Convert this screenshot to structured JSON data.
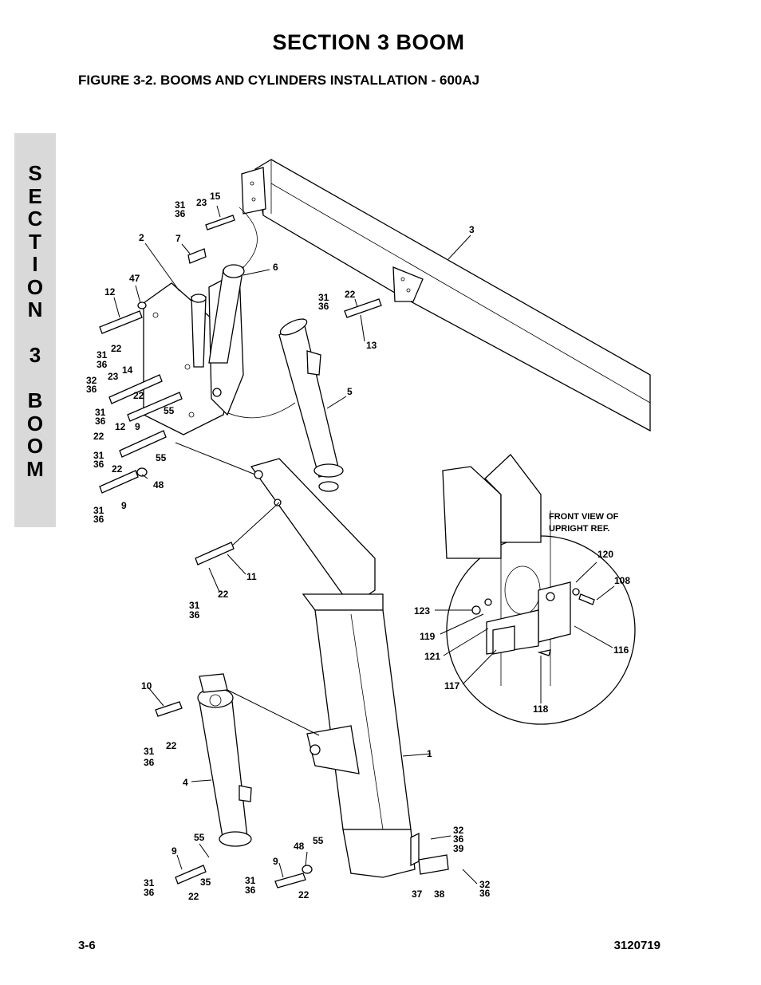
{
  "header": {
    "section_title": "SECTION 3   BOOM",
    "figure_title": "FIGURE 3-2.    BOOMS AND CYLINDERS INSTALLATION - 600AJ"
  },
  "side_tab": {
    "letters": [
      "S",
      "E",
      "C",
      "T",
      "I",
      "O",
      "N",
      "",
      "3",
      "",
      "B",
      "O",
      "O",
      "M"
    ]
  },
  "diagram": {
    "callouts": [
      {
        "id": "c31a",
        "text": "31"
      },
      {
        "id": "c36a",
        "text": "36"
      },
      {
        "id": "c23a",
        "text": "23"
      },
      {
        "id": "c15",
        "text": "15"
      },
      {
        "id": "c3",
        "text": "3"
      },
      {
        "id": "c2",
        "text": "2"
      },
      {
        "id": "c7",
        "text": "7"
      },
      {
        "id": "c6",
        "text": "6"
      },
      {
        "id": "c47",
        "text": "47"
      },
      {
        "id": "c12a",
        "text": "12"
      },
      {
        "id": "c22a",
        "text": "22"
      },
      {
        "id": "c31b",
        "text": "31"
      },
      {
        "id": "c36b",
        "text": "36"
      },
      {
        "id": "c14",
        "text": "14"
      },
      {
        "id": "c23b",
        "text": "23"
      },
      {
        "id": "c32a",
        "text": "32"
      },
      {
        "id": "c36c",
        "text": "36"
      },
      {
        "id": "c22b",
        "text": "22"
      },
      {
        "id": "c31c",
        "text": "31"
      },
      {
        "id": "c36d",
        "text": "36"
      },
      {
        "id": "c55a",
        "text": "55"
      },
      {
        "id": "c12b",
        "text": "12"
      },
      {
        "id": "c9a",
        "text": "9"
      },
      {
        "id": "c22c",
        "text": "22"
      },
      {
        "id": "c31d",
        "text": "31"
      },
      {
        "id": "c36e",
        "text": "36"
      },
      {
        "id": "c55b",
        "text": "55"
      },
      {
        "id": "c22d",
        "text": "22"
      },
      {
        "id": "c48a",
        "text": "48"
      },
      {
        "id": "c9b",
        "text": "9"
      },
      {
        "id": "c31e",
        "text": "31"
      },
      {
        "id": "c36f",
        "text": "36"
      },
      {
        "id": "c31f",
        "text": "31"
      },
      {
        "id": "c36g",
        "text": "36"
      },
      {
        "id": "c22e",
        "text": "22"
      },
      {
        "id": "c13",
        "text": "13"
      },
      {
        "id": "c5",
        "text": "5"
      },
      {
        "id": "c11",
        "text": "11"
      },
      {
        "id": "c22f",
        "text": "22"
      },
      {
        "id": "c31g",
        "text": "31"
      },
      {
        "id": "c36h",
        "text": "36"
      },
      {
        "id": "c10",
        "text": "10"
      },
      {
        "id": "c22g",
        "text": "22"
      },
      {
        "id": "c31h",
        "text": "31"
      },
      {
        "id": "c36i",
        "text": "36"
      },
      {
        "id": "c1",
        "text": "1"
      },
      {
        "id": "c4",
        "text": "4"
      },
      {
        "id": "c55c",
        "text": "55"
      },
      {
        "id": "c9c",
        "text": "9"
      },
      {
        "id": "c31i",
        "text": "31"
      },
      {
        "id": "c36j",
        "text": "36"
      },
      {
        "id": "c35",
        "text": "35"
      },
      {
        "id": "c22h",
        "text": "22"
      },
      {
        "id": "c48b",
        "text": "48"
      },
      {
        "id": "c55d",
        "text": "55"
      },
      {
        "id": "c9d",
        "text": "9"
      },
      {
        "id": "c31j",
        "text": "31"
      },
      {
        "id": "c36k",
        "text": "36"
      },
      {
        "id": "c22i",
        "text": "22"
      },
      {
        "id": "c32b",
        "text": "32"
      },
      {
        "id": "c36l",
        "text": "36"
      },
      {
        "id": "c39",
        "text": "39"
      },
      {
        "id": "c37",
        "text": "37"
      },
      {
        "id": "c38",
        "text": "38"
      },
      {
        "id": "c32c",
        "text": "32"
      },
      {
        "id": "c36m",
        "text": "36"
      },
      {
        "id": "c120",
        "text": "120"
      },
      {
        "id": "c108",
        "text": "108"
      },
      {
        "id": "c123",
        "text": "123"
      },
      {
        "id": "c119",
        "text": "119"
      },
      {
        "id": "c121",
        "text": "121"
      },
      {
        "id": "c116",
        "text": "116"
      },
      {
        "id": "c117",
        "text": "117"
      },
      {
        "id": "c118",
        "text": "118"
      }
    ],
    "detail_note_line1": "FRONT VIEW OF",
    "detail_note_line2": "UPRIGHT REF."
  },
  "footer": {
    "page_number": "3-6",
    "doc_number": "3120719"
  }
}
